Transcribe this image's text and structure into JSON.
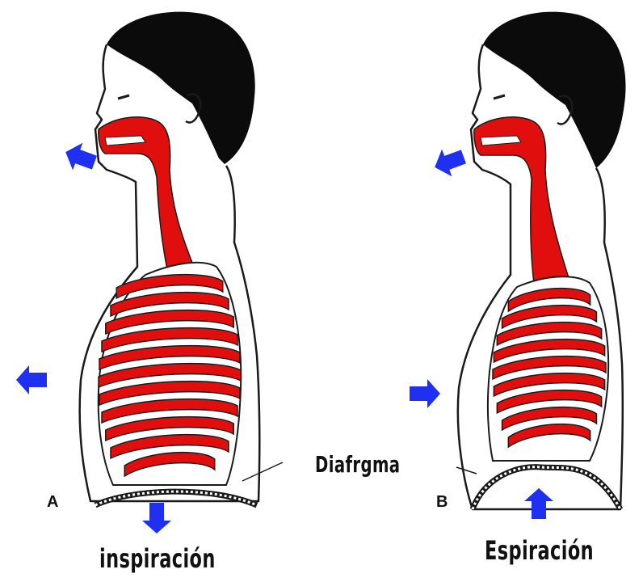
{
  "labels": {
    "panel_a": "A",
    "panel_b": "B",
    "diaphragm": "Diafrgma",
    "inspiration": "inspiración",
    "expiration": "Espiración"
  },
  "colors": {
    "airway": "#e10e0e",
    "arrow": "#2030f0",
    "hair": "#0b0b0b",
    "outline": "#1a1a1a",
    "skin": "#ffffff"
  },
  "icons": {
    "arrow": "blue-arrow-icon"
  }
}
